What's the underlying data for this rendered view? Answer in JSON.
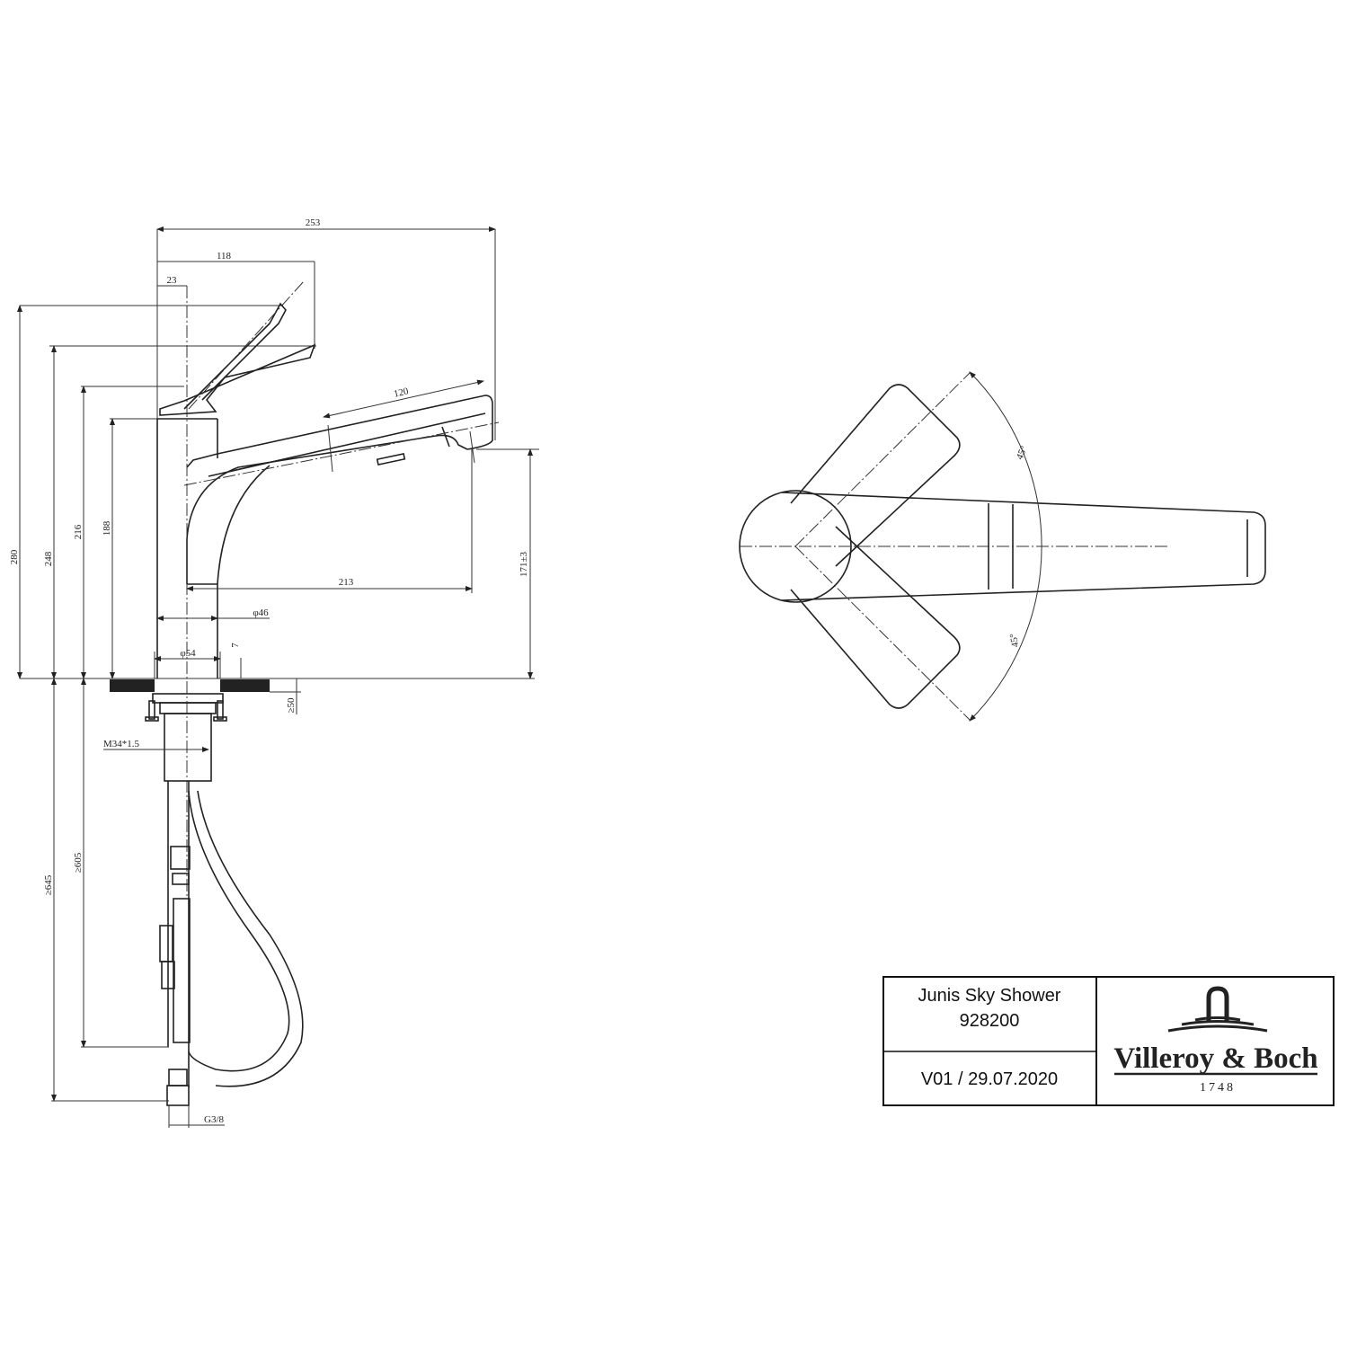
{
  "drawing": {
    "side_view_dimensions": {
      "overall_reach": "253",
      "lever_reach": "118",
      "axis_offset": "23",
      "spray_head_length": "120",
      "total_height": "280",
      "lever_height": "248",
      "lever_pivot_height": "216",
      "body_height": "188",
      "spout_reach": "213",
      "outlet_height": "171±3",
      "body_diameter": "φ46",
      "base_diameter": "φ54",
      "base_offset": "7",
      "min_counter_thickness": "≥50",
      "thread": "M34*1.5",
      "hose_length_1": "≥605",
      "hose_length_2": "≥645",
      "connection": "G3/8"
    },
    "top_view_dimensions": {
      "angle_upper": "45°",
      "angle_lower": "45°"
    }
  },
  "title_block": {
    "product_name": "Junis Sky Shower",
    "article_number": "928200",
    "version_date": "V01 / 29.07.2020",
    "brand": "Villeroy & Boch",
    "brand_year": "1748"
  }
}
